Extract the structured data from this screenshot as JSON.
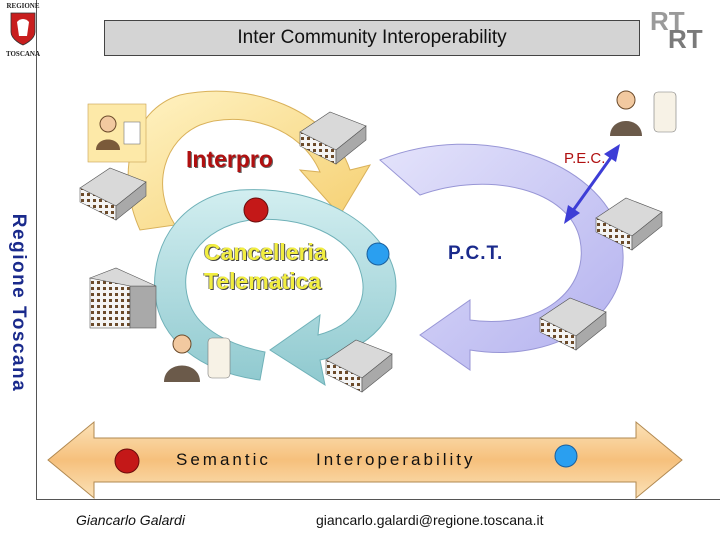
{
  "header": {
    "title": "Inter Community Interoperability"
  },
  "sidebar": {
    "vertical_label": "Regione Toscana"
  },
  "logo": {
    "top_text": "REGIONE",
    "bottom_text": "TOSCANA",
    "rt_text": "RT"
  },
  "diagram": {
    "interpro": "Interpro",
    "pec": "P.E.C.",
    "cancelleria_line1": "Cancelleria",
    "cancelleria_line2": "Telematica",
    "pct": "P.C.T.",
    "semantic": "Semantic",
    "interoperability": "Interoperability"
  },
  "footer": {
    "author": "Giancarlo Galardi",
    "email": "giancarlo.galardi@regione.toscana.it"
  },
  "colors": {
    "cycle_yellow": "#fbe49a",
    "cycle_teal": "#b3dde0",
    "cycle_lavender": "#cbc9f4",
    "arrow_band": "#f7cf95",
    "dot_red": "#c41818",
    "dot_blue": "#2a9ff0",
    "label_red": "#b01010",
    "label_blue": "#1a2a8c"
  }
}
